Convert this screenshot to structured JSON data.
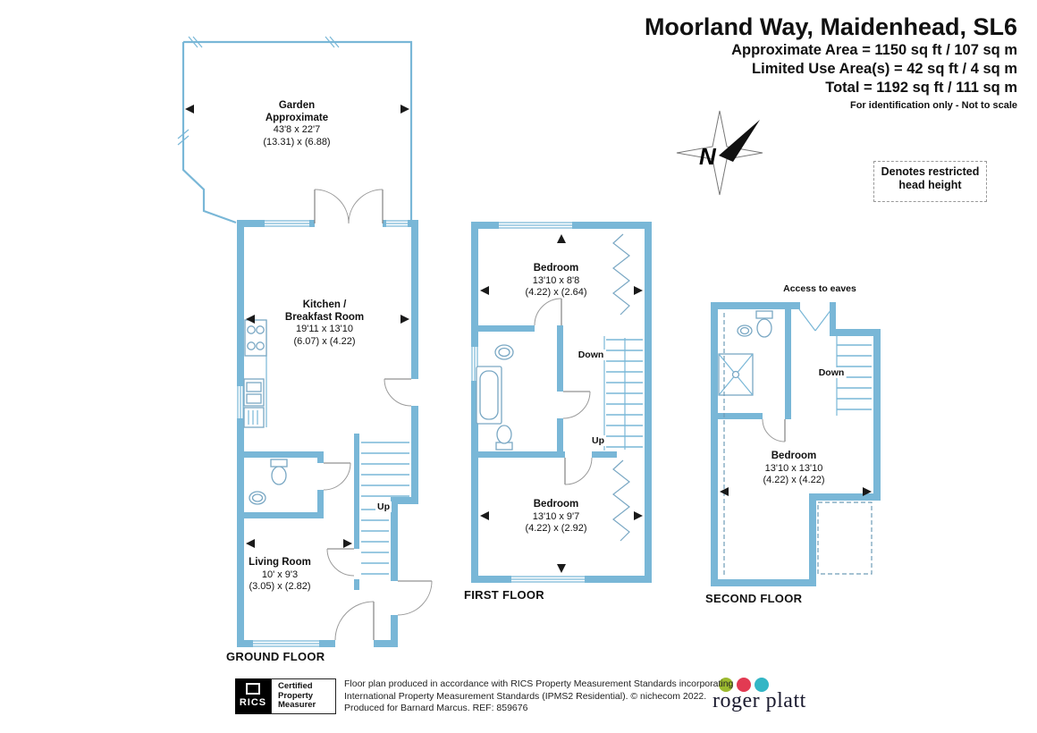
{
  "header": {
    "title": "Moorland Way, Maidenhead, SL6",
    "approx_area": "Approximate Area = 1150 sq ft / 107 sq m",
    "limited_area": "Limited Use Area(s) = 42 sq ft / 4 sq m",
    "total_area": "Total = 1192 sq ft / 111 sq m",
    "disclaimer": "For identification only - Not to scale"
  },
  "compass": {
    "north": "N"
  },
  "legend": {
    "restricted": "Denotes restricted head height"
  },
  "ground_floor": {
    "label": "GROUND FLOOR",
    "garden_name": "Garden",
    "garden_name2": "Approximate",
    "garden_dims": "43'8 x 22'7",
    "garden_metric": "(13.31) x (6.88)",
    "kitchen_name": "Kitchen /",
    "kitchen_name2": "Breakfast Room",
    "kitchen_dims": "19'11 x 13'10",
    "kitchen_metric": "(6.07) x (4.22)",
    "living_name": "Living Room",
    "living_dims": "10' x 9'3",
    "living_metric": "(3.05) x (2.82)",
    "up": "Up"
  },
  "first_floor": {
    "label": "FIRST FLOOR",
    "bedroom_front_name": "Bedroom",
    "bedroom_front_dims": "13'10 x 8'8",
    "bedroom_front_metric": "(4.22) x (2.64)",
    "bedroom_back_name": "Bedroom",
    "bedroom_back_dims": "13'10 x 9'7",
    "bedroom_back_metric": "(4.22) x (2.92)",
    "down": "Down",
    "up": "Up"
  },
  "second_floor": {
    "label": "SECOND FLOOR",
    "access": "Access to eaves",
    "bedroom_name": "Bedroom",
    "bedroom_dims": "13'10 x 13'10",
    "bedroom_metric": "(4.22) x (4.22)",
    "down": "Down"
  },
  "footer": {
    "rics": "RICS",
    "cert1": "Certified",
    "cert2": "Property",
    "cert3": "Measurer",
    "line1": "Floor plan produced in accordance with RICS Property Measurement Standards incorporating",
    "line2": "International Property Measurement Standards (IPMS2 Residential).  © nichecom 2022.",
    "line3": "Produced for Barnard Marcus.   REF: 859676",
    "brand": "roger platt"
  },
  "colors": {
    "wall": "#79b7d7",
    "dot_green": "#9cba2f",
    "dot_red": "#e23a52",
    "dot_teal": "#33b6c5"
  }
}
